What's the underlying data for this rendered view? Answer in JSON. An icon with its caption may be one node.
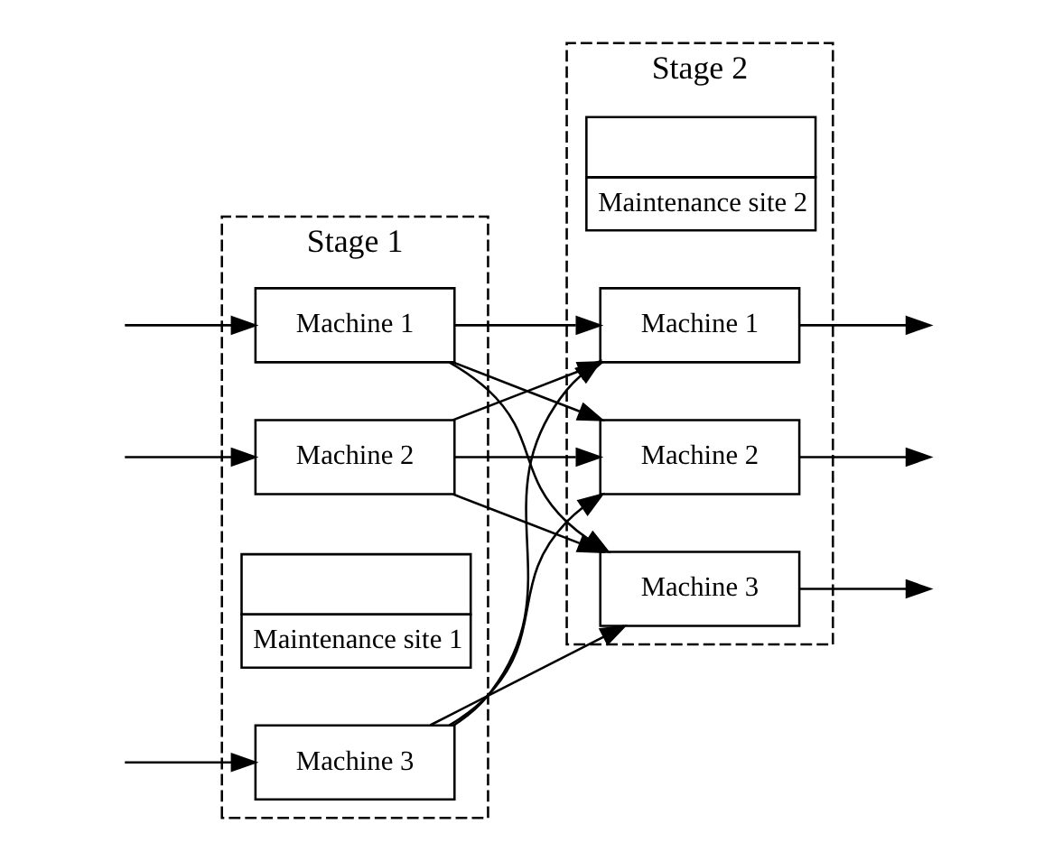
{
  "diagram": {
    "nodes": [
      {
        "text": [
          "Stage 1"
        ]
      },
      {
        "text": [
          "Machine 1"
        ],
        "in": 0
      },
      {
        "text": [
          "Machine 2"
        ],
        "in": 0
      },
      {
        "text": [
          "Machine 3"
        ],
        "in": 0
      },
      {
        "text": [
          "Maintenance site 1"
        ],
        "in": 0
      },
      {
        "text": [
          "Stage 2"
        ]
      },
      {
        "text": [
          "Machine 1"
        ],
        "in": 5
      },
      {
        "text": [
          "Machine 2"
        ],
        "in": 5
      },
      {
        "text": [
          "Machine 3"
        ],
        "in": 5
      },
      {
        "text": [
          "Maintenance site 2"
        ],
        "in": 5
      }
    ],
    "edges": [
      {
        "from": null,
        "to": 1,
        "arrow": "to"
      },
      {
        "from": null,
        "to": 2,
        "arrow": "to"
      },
      {
        "from": null,
        "to": 3,
        "arrow": "to"
      },
      {
        "from": 1,
        "to": 6,
        "arrow": "to"
      },
      {
        "from": 1,
        "to": 7,
        "arrow": "to"
      },
      {
        "from": 1,
        "to": 8,
        "arrow": "to"
      },
      {
        "from": 2,
        "to": 6,
        "arrow": "to"
      },
      {
        "from": 2,
        "to": 7,
        "arrow": "to"
      },
      {
        "from": 2,
        "to": 8,
        "arrow": "to"
      },
      {
        "from": 3,
        "to": 6,
        "arrow": "to"
      },
      {
        "from": 3,
        "to": 7,
        "arrow": "to"
      },
      {
        "from": 3,
        "to": 8,
        "arrow": "to"
      },
      {
        "from": 6,
        "to": null,
        "arrow": "to"
      },
      {
        "from": 7,
        "to": null,
        "arrow": "to"
      },
      {
        "from": 8,
        "to": null,
        "arrow": "to"
      }
    ]
  }
}
